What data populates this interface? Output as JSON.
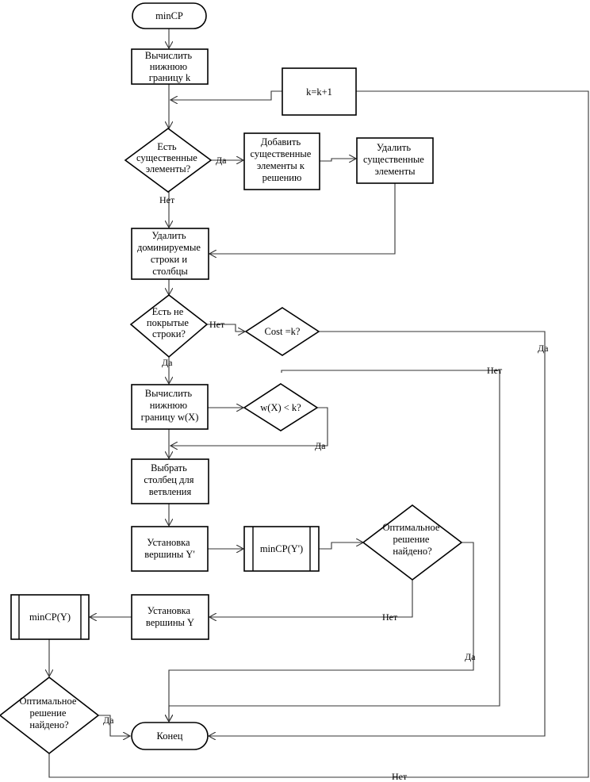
{
  "nodes": {
    "start": "minCP",
    "calc_k": [
      "Вычислить",
      "нижнюю",
      "границу k"
    ],
    "k_inc": "k=k+1",
    "essential_q": [
      "Есть",
      "существенные",
      "элементы?"
    ],
    "add_essential": [
      "Добавить",
      "существенные",
      "элементы к",
      "решению"
    ],
    "remove_essential": [
      "Удалить",
      "существенные",
      "элементы"
    ],
    "remove_dominated": [
      "Удалить",
      "доминируемые",
      "строки и",
      "столбцы"
    ],
    "uncovered_q": [
      "Есть не",
      "покрытые",
      "строки?"
    ],
    "cost_q": "Cost =k?",
    "calc_w": [
      "Вычислить",
      "нижнюю",
      "границу w(X)"
    ],
    "w_q": "w(X) < k?",
    "choose_col": [
      "Выбрать",
      "столбец для",
      "ветвления"
    ],
    "set_y1": [
      "Установка",
      "вершины Y'"
    ],
    "mincp_y1": "minCP(Y')",
    "optimal_q1": [
      "Оптимальное",
      "решение",
      "найдено?"
    ],
    "set_y": [
      "Установка",
      "вершины Y"
    ],
    "mincp_y": "minCP(Y)",
    "optimal_q2": [
      "Оптимальное",
      "решение",
      "найдено?"
    ],
    "end": "Конец"
  },
  "labels": {
    "yes1": "Да",
    "no1": "Нет",
    "no2": "Нет",
    "yes2": "Да",
    "yes_cost": "Да",
    "no_w": "Нет",
    "yes_w": "Да",
    "no_opt1": "Нет",
    "yes_opt1": "Да",
    "yes_opt2": "Да",
    "no_opt2": "Нет"
  }
}
